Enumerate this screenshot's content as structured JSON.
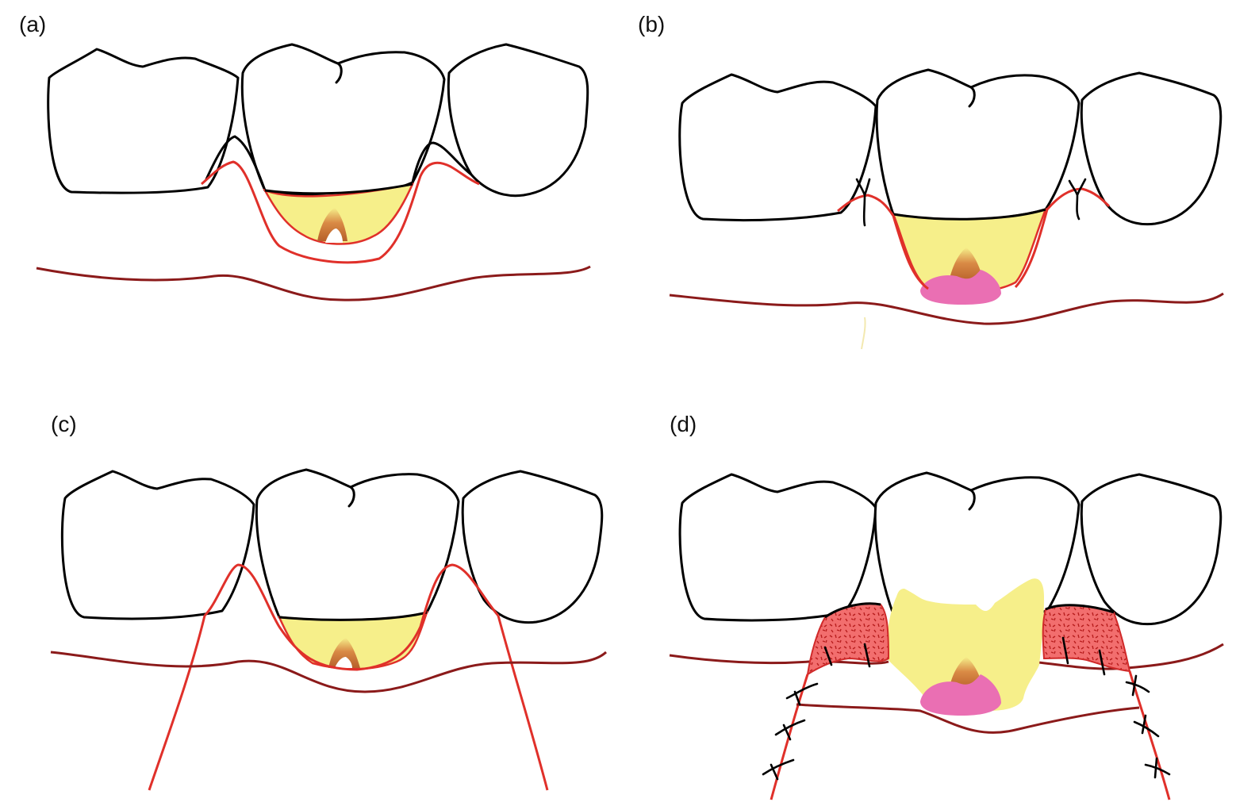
{
  "figure": {
    "panels": [
      {
        "id": "a",
        "label": "(a)"
      },
      {
        "id": "b",
        "label": "(b)"
      },
      {
        "id": "c",
        "label": "(c)"
      },
      {
        "id": "d",
        "label": "(d)"
      }
    ]
  },
  "colors": {
    "tooth_outline": "#000000",
    "gingival_margin": "#e0302a",
    "mucogingival_line": "#8b1a1a",
    "defect_fill": "#f6ef8a",
    "root_tip": "#c8702a",
    "connective_tissue_graft": "#f26e6e",
    "pink_tissue": "#ea6fb3"
  }
}
